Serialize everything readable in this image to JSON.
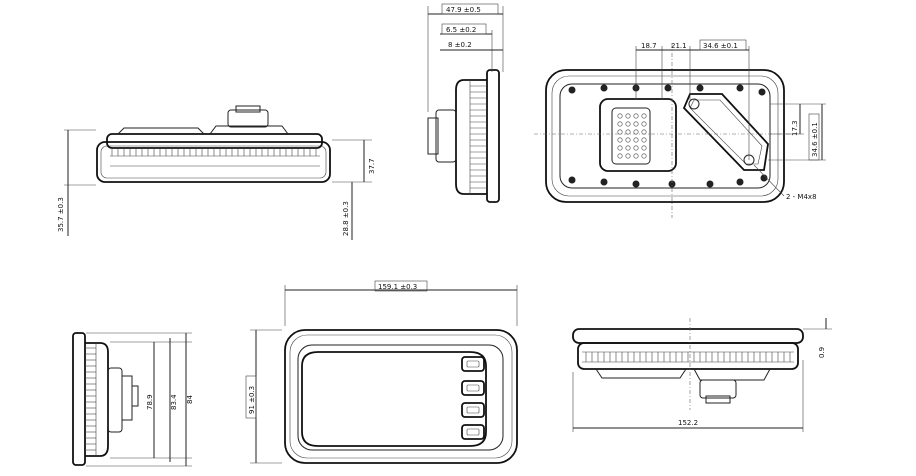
{
  "dimensions": {
    "front_height_total": "35.7 ±0.3",
    "front_height_body": "37.7",
    "front_height_base": "28.8 ±0.3",
    "side_depth_overall": "47.9 ±0.5",
    "side_flange": "6.5 ±0.2",
    "side_offset": "8 ±0.2",
    "rear_hole_spacing_a": "18.7",
    "rear_hole_spacing_b": "21.1",
    "rear_hole_spacing_c": "34.6 ±0.1",
    "rear_vertical_small": "17.3",
    "rear_vertical_total": "34.6 ±0.1",
    "rear_thread_callout": "2 - M4x8",
    "left_height_inner": "78.9",
    "left_height_mid": "83.4",
    "left_height_outer": "84",
    "top_width": "159.1 ±0.3",
    "top_height": "91 ±0.3",
    "bottom_width": "152.2",
    "bottom_thickness": "0.9"
  },
  "colors": {
    "line": "#222222",
    "background": "#ffffff"
  }
}
